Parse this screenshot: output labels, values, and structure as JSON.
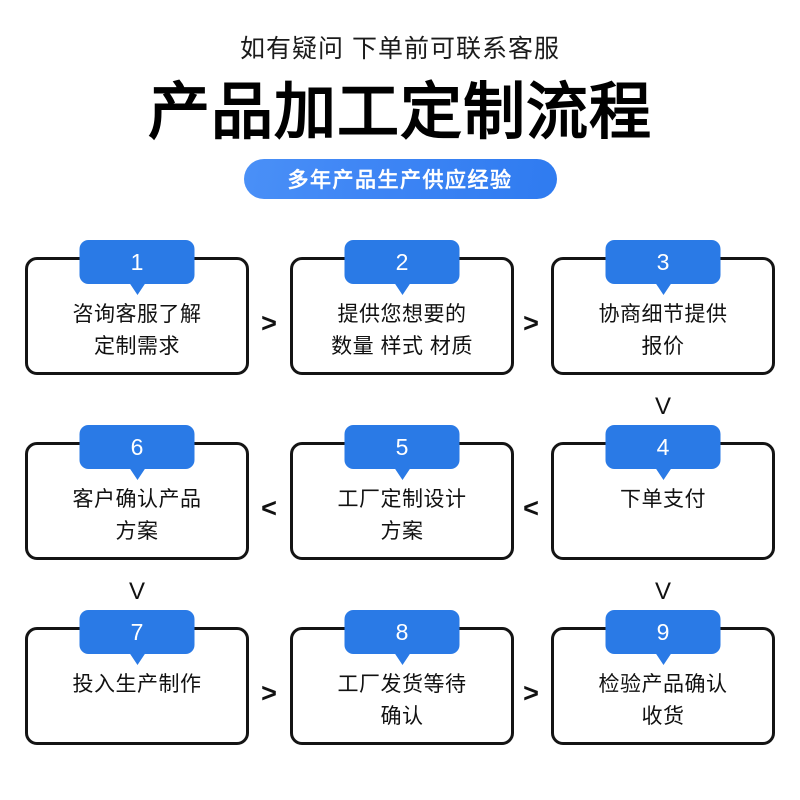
{
  "header": {
    "subhead": "如有疑问 下单前可联系客服",
    "title": "产品加工定制流程",
    "pill_label": "多年产品生产供应经验"
  },
  "colors": {
    "badge_blue": "#2a7ae6",
    "pill_gradient_start": "#4a90f7",
    "pill_gradient_end": "#2f7bf0",
    "box_border": "#141414",
    "text": "#111111",
    "background": "#ffffff"
  },
  "flow": {
    "rows": [
      {
        "cells": [
          {
            "number": "1",
            "text": "咨询客服了解\n定制需求"
          },
          {
            "number": "2",
            "text": "提供您想要的\n数量 样式 材质"
          },
          {
            "number": "3",
            "text": "协商细节提供\n报价"
          }
        ],
        "h_connectors": [
          {
            "glyph": ">"
          },
          {
            "glyph": ">"
          }
        ],
        "v_connectors": [
          {
            "glyph": "V",
            "under": "col2"
          }
        ]
      },
      {
        "cells": [
          {
            "number": "6",
            "text": "客户确认产品\n方案"
          },
          {
            "number": "5",
            "text": "工厂定制设计\n方案"
          },
          {
            "number": "4",
            "text": "下单支付"
          }
        ],
        "h_connectors": [
          {
            "glyph": "<"
          },
          {
            "glyph": "<"
          }
        ],
        "v_connectors": [
          {
            "glyph": "V",
            "under": "col0"
          },
          {
            "glyph": "V",
            "under": "col2"
          }
        ]
      },
      {
        "cells": [
          {
            "number": "7",
            "text": "投入生产制作"
          },
          {
            "number": "8",
            "text": "工厂发货等待\n确认"
          },
          {
            "number": "9",
            "text": "检验产品确认\n收货"
          }
        ],
        "h_connectors": [
          {
            "glyph": ">"
          },
          {
            "glyph": ">"
          }
        ],
        "v_connectors": []
      }
    ]
  }
}
